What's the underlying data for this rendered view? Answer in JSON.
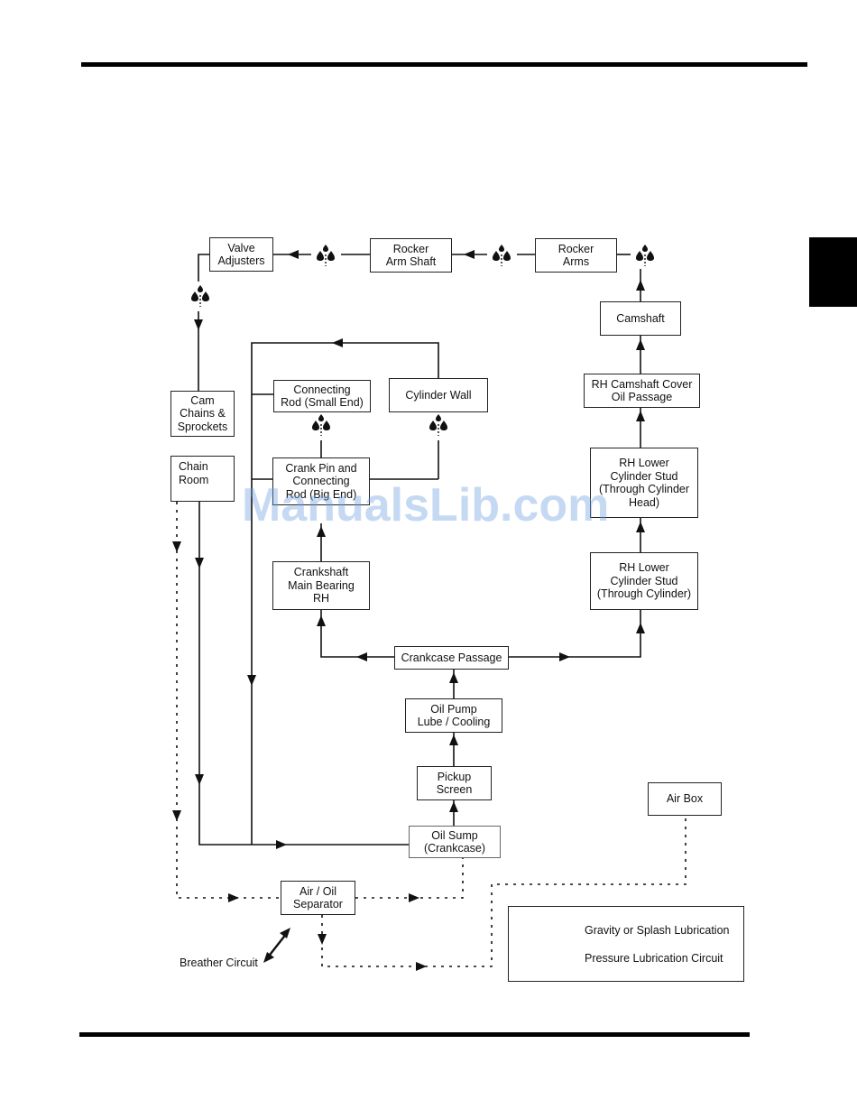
{
  "nodes": {
    "valve_adjusters": "Valve\nAdjusters",
    "rocker_arm_shaft": "Rocker\nArm Shaft",
    "rocker_arms": "Rocker\nArms",
    "camshaft": "Camshaft",
    "rh_camshaft_cover": "RH Camshaft Cover\nOil Passage",
    "rh_lower_stud_head": "RH Lower\nCylinder Stud\n(Through Cylinder\nHead)",
    "rh_lower_stud_cyl": "RH Lower\nCylinder Stud\n(Through Cylinder)",
    "cam_chains": "Cam\nChains &\nSprockets",
    "chain_room": "Chain\n   Room",
    "connecting_rod_small": "Connecting\nRod (Small End)",
    "cylinder_wall": "Cylinder Wall",
    "crank_pin": "Crank Pin and\nConnecting\nRod (Big End)",
    "crankshaft_main": "Crankshaft\nMain Bearing\nRH",
    "crankcase_passage": "Crankcase Passage",
    "oil_pump": "Oil Pump\nLube / Cooling",
    "pickup_screen": "Pickup\nScreen",
    "oil_sump": "Oil Sump\n(Crankcase)",
    "air_box": "Air Box",
    "air_oil_separator": "Air / Oil\nSeparator"
  },
  "breather_label": "Breather Circuit",
  "legend": {
    "gravity": "Gravity or Splash Lubrication",
    "pressure": "Pressure Lubrication Circuit"
  },
  "watermark": "ManualsLib.com"
}
